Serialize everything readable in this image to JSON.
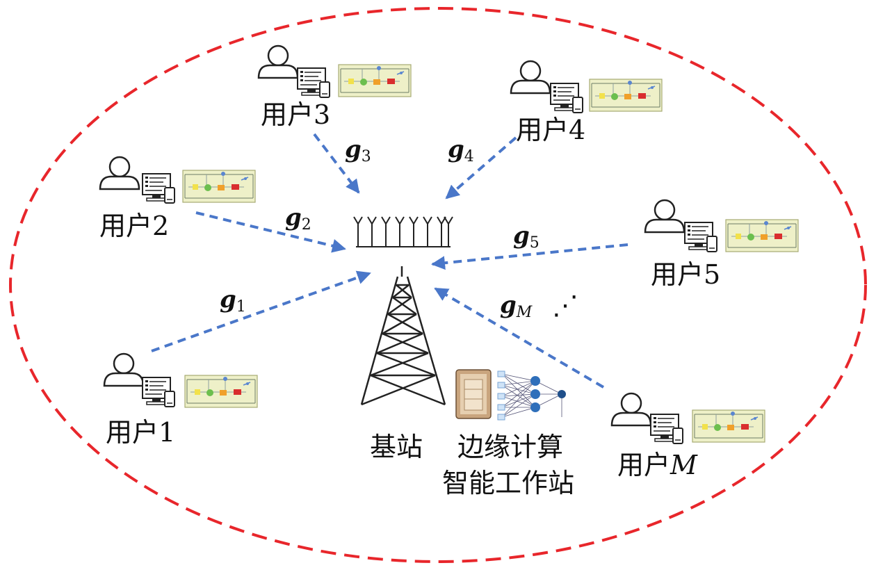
{
  "users": [
    {
      "name": "用户",
      "index": "1"
    },
    {
      "name": "用户",
      "index": "2"
    },
    {
      "name": "用户",
      "index": "3"
    },
    {
      "name": "用户",
      "index": "4"
    },
    {
      "name": "用户",
      "index": "5"
    },
    {
      "name": "用户",
      "index": "M"
    }
  ],
  "channels": [
    {
      "symbol": "g",
      "sub": "1"
    },
    {
      "symbol": "g",
      "sub": "2"
    },
    {
      "symbol": "g",
      "sub": "3"
    },
    {
      "symbol": "g",
      "sub": "4"
    },
    {
      "symbol": "g",
      "sub": "5"
    },
    {
      "symbol": "g",
      "sub": "M"
    }
  ],
  "base_station": {
    "label": "基站"
  },
  "edge_workstation": {
    "line1": "边缘计算",
    "line2": "智能工作站"
  },
  "ellipsis": "⋰",
  "colors": {
    "boundary": "#e8262b",
    "link": "#4a77c9",
    "board": "#eef0c8"
  }
}
